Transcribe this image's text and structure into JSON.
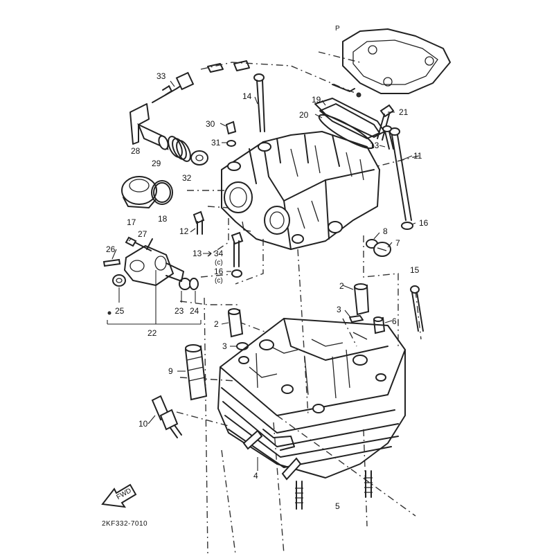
{
  "diagram_code": "2KF332-7010",
  "fwd_label": "FWD",
  "labels": [
    "P",
    "33",
    "14",
    "19",
    "20",
    "21",
    "30",
    "31",
    "13",
    "11",
    "28",
    "29",
    "32",
    "17",
    "18",
    "12",
    "16",
    "8",
    "7",
    "27",
    "26",
    "34",
    "(c)",
    "(c)",
    "16",
    "13",
    "15",
    "25",
    "23",
    "24",
    "22",
    "2",
    "3",
    "6",
    "2",
    "3",
    "9",
    "10",
    "4",
    "5"
  ]
}
